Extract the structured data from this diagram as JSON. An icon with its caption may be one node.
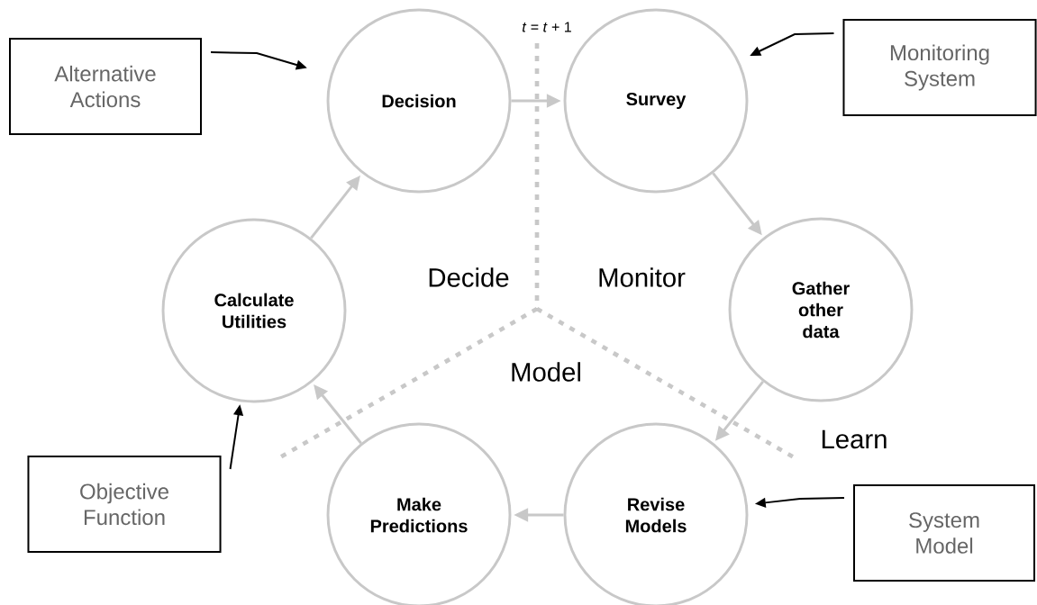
{
  "diagram": {
    "nodes": [
      {
        "text": [
          "Alternative Actions"
        ]
      },
      {
        "text": [
          "Decision"
        ]
      },
      {
        "text": [
          "Survey"
        ]
      },
      {
        "text": [
          "Monitoring System"
        ]
      },
      {
        "text": [
          "Calculate Utilities"
        ]
      },
      {
        "text": [
          "Gather other data"
        ]
      },
      {
        "text": [
          "Objective Function"
        ]
      },
      {
        "text": [
          "Make Predictions"
        ]
      },
      {
        "text": [
          "Revise Models"
        ]
      },
      {
        "text": [
          "System Model"
        ]
      }
    ],
    "edges": [
      {
        "from": 1,
        "to": 2,
        "arrow": "to"
      },
      {
        "from": 2,
        "to": 5,
        "arrow": "to"
      },
      {
        "from": 5,
        "to": 8,
        "arrow": "to"
      },
      {
        "from": 8,
        "to": 7,
        "arrow": "to"
      },
      {
        "from": 7,
        "to": 4,
        "arrow": "to"
      },
      {
        "from": 4,
        "to": 1,
        "arrow": "to"
      },
      {
        "from": 0,
        "to": 1,
        "arrow": "to",
        "color": "#000000"
      },
      {
        "from": 3,
        "to": 2,
        "arrow": "to",
        "color": "#000000"
      },
      {
        "from": 6,
        "to": 4,
        "arrow": "to",
        "color": "#000000"
      },
      {
        "from": 9,
        "to": 8,
        "arrow": "to",
        "color": "#000000"
      }
    ],
    "labels": [
      "*t* = *t* + 1",
      "Decide",
      "Monitor",
      "Model",
      "Learn"
    ]
  }
}
